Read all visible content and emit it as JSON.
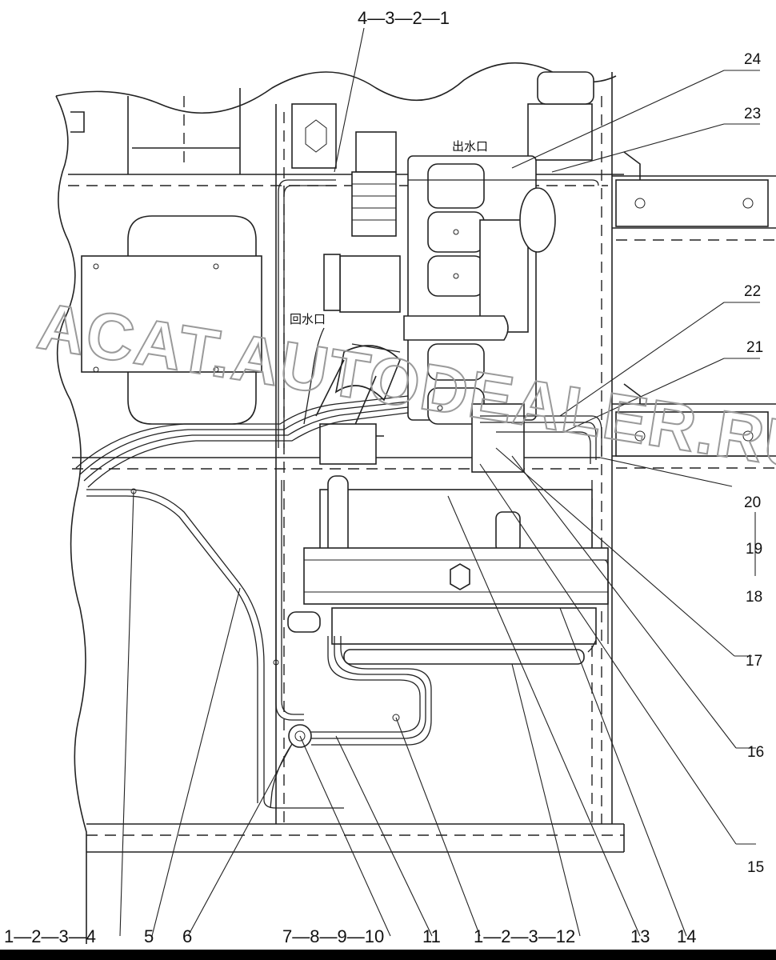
{
  "drawing": {
    "labels": {
      "top_callout": "4—3—2—1",
      "right_24": "24",
      "right_23": "23",
      "right_22": "22",
      "right_21": "21",
      "right_20": "20",
      "right_19": "19",
      "right_18": "18",
      "right_17": "17",
      "right_16": "16",
      "right_15": "15",
      "bottom_a": "1—2—3—4",
      "bottom_5": "5",
      "bottom_6": "6",
      "bottom_b": "7—8—9—10",
      "bottom_11": "11",
      "bottom_c": "1—2—3—12",
      "bottom_13": "13",
      "bottom_14": "14"
    },
    "annotations": {
      "water_out": "出水口",
      "water_return": "回水口"
    },
    "watermark": "ACAT.AUTODEALER.RU"
  }
}
